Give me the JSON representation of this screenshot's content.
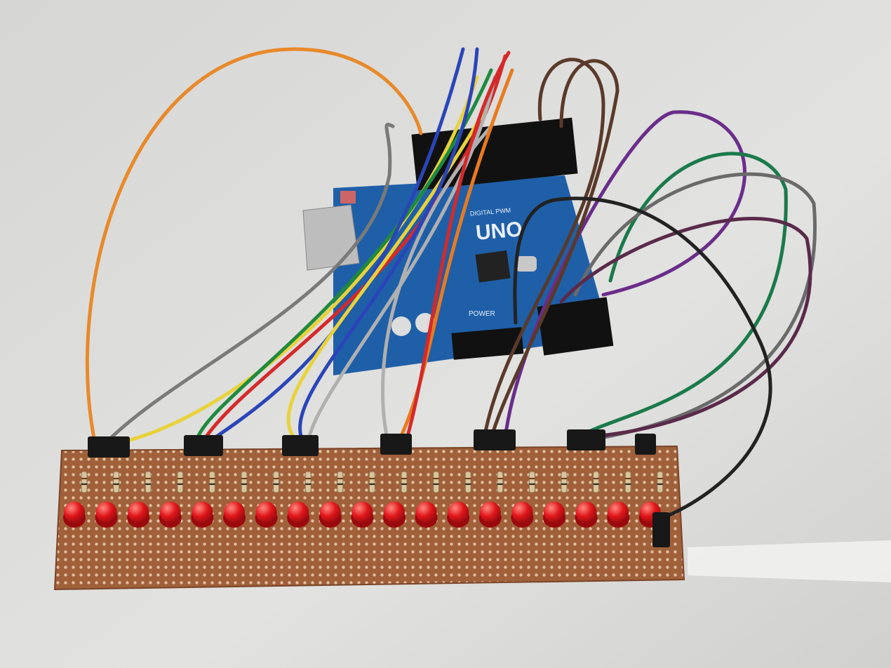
{
  "board": {
    "model_label": "UNO",
    "power_label": "POWER",
    "digital_label": "DIGITAL PWM"
  },
  "colors": {
    "background": "#dcdcda",
    "board_blue": "#1f5fa8",
    "perfboard": "#9a5a36",
    "led_red": "#e0161b",
    "header_black": "#1a1a1a"
  },
  "led_count": 19,
  "wire_colors": [
    "#e8892a",
    "#7a7a7a",
    "#e8d23a",
    "#1f8a3e",
    "#d42a2a",
    "#2a45b8",
    "#b0b0b0",
    "#e87a20",
    "#5a3a2a",
    "#6a2d8a",
    "#1a7a4a",
    "#6a6a6a",
    "#5a2a4a",
    "#222222"
  ]
}
